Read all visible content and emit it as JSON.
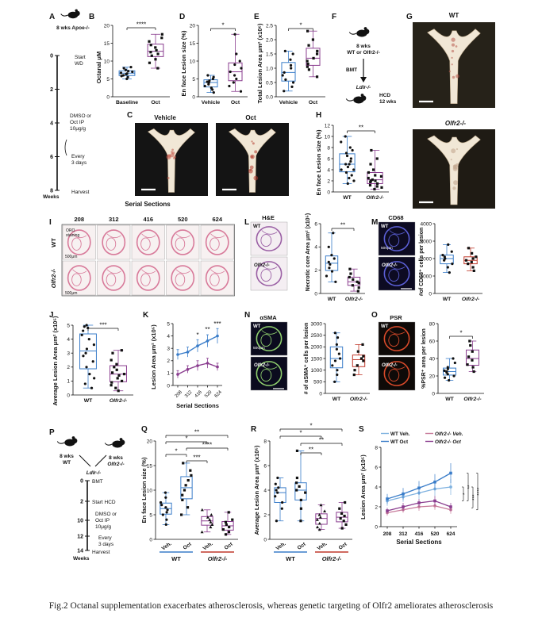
{
  "caption": "Fig.2 Octanal supplementation exacerbates atherosclerosis, whereas genetic targeting of Olfr2 ameliorates atherosclerosis",
  "colors": {
    "blue": "#3a7dc9",
    "purple": "#8a3d8f",
    "red": "#c0392b",
    "dark": "#111111",
    "tissue_pink": "#d87a9a"
  },
  "panels": {
    "A": {
      "letter": "A",
      "mouse_label": "8 wks Apoe-/-",
      "axis_label": "Weeks",
      "events": [
        "Start WD",
        "DMSO or Oct IP 10μg/g",
        "Every 3 days",
        "Harvest"
      ],
      "ticks": [
        "0",
        "2",
        "4",
        "6",
        "8"
      ]
    },
    "B": {
      "letter": "B",
      "ylabel": "Octanal μM",
      "sig": "****",
      "groups": [
        "Baseline",
        "Oct"
      ],
      "ticks": [
        "0",
        "5",
        "10",
        "15",
        "20"
      ]
    },
    "C": {
      "letter": "C",
      "labels": [
        "Vehicle",
        "Oct"
      ]
    },
    "D": {
      "letter": "D",
      "ylabel": "En face Lesion size (%)",
      "sig": "*",
      "groups": [
        "Vehicle",
        "Oct"
      ],
      "ticks": [
        "0",
        "5",
        "10",
        "15",
        "20"
      ]
    },
    "E": {
      "letter": "E",
      "ylabel": "Total Lesion Area μm² (x10⁶)",
      "sig": "*",
      "groups": [
        "Vehicle",
        "Oct"
      ],
      "ticks": [
        "0.0",
        "0.5",
        "1.0",
        "1.5",
        "2.0",
        "2.5"
      ]
    },
    "F": {
      "letter": "F",
      "top_label": "8 wks",
      "top_label2": "WT or Olfr2-/-",
      "step": "BMT",
      "recipient": "Ldlr-/-",
      "diet": "HCD",
      "duration": "12 wks"
    },
    "G": {
      "letter": "G",
      "labels": [
        "WT",
        "Olfr2-/-"
      ]
    },
    "H": {
      "letter": "H",
      "ylabel": "En face Lesion size (%)",
      "sig": "**",
      "groups": [
        "WT",
        "Olfr2-/-"
      ],
      "ticks": [
        "0",
        "2",
        "4",
        "6",
        "8",
        "10",
        "12"
      ]
    },
    "I": {
      "letter": "I",
      "title": "Serial Sections",
      "sections": [
        "208",
        "312",
        "416",
        "520",
        "624"
      ],
      "rows": [
        "WT",
        "Olfr2-/-"
      ],
      "stain": "ORO staining",
      "scale": "500μm"
    },
    "J": {
      "letter": "J",
      "ylabel": "Average Lesion Area μm² (x10⁵)",
      "sig": "***",
      "groups": [
        "WT",
        "Olfr2-/-"
      ],
      "ticks": [
        "0",
        "1",
        "2",
        "3",
        "4",
        "5"
      ]
    },
    "K": {
      "letter": "K",
      "ylabel": "Lesion Area μm² (x10⁵)",
      "xlabel": "Serial Sections",
      "sigs": [
        "*",
        "**",
        "***"
      ],
      "ticks": [
        "0",
        "1",
        "2",
        "3",
        "4",
        "5"
      ],
      "x": [
        "208",
        "312",
        "416",
        "520",
        "624"
      ]
    },
    "L": {
      "letter": "L",
      "title": "H&E",
      "rows": [
        "WT",
        "Olfr2-/-"
      ],
      "ylabel": "Necrotic core Area μm² (x10⁵)",
      "sig": "**",
      "groups": [
        "WT",
        "Olfr2-/-"
      ],
      "ticks": [
        "0",
        "2",
        "4",
        "6"
      ]
    },
    "M": {
      "letter": "M",
      "title": "CD68",
      "rows": [
        "WT",
        "Olfr2-/-"
      ],
      "scale": "500μm",
      "ylabel": "#of CD68⁺ cells per lesion",
      "groups": [
        "WT",
        "Olfr2-/-"
      ],
      "ticks": [
        "0",
        "1000",
        "2000",
        "3000",
        "4000"
      ]
    },
    "N": {
      "letter": "N",
      "title": "αSMA",
      "rows": [
        "WT",
        "Olfr2-/-"
      ],
      "scale": "500μm",
      "ylabel": "# of αSMA⁺ cells per lesion",
      "groups": [
        "WT",
        "Olfr2-/-"
      ],
      "ticks": [
        "0",
        "500",
        "1000",
        "1500",
        "2000",
        "2500",
        "3000"
      ]
    },
    "O": {
      "letter": "O",
      "title": "PSR",
      "rows": [
        "WT",
        "Olfr2-/-"
      ],
      "ylabel": "%PSR⁺ area per lesion",
      "sig": "*",
      "groups": [
        "WT",
        "Olfr2-/-"
      ],
      "ticks": [
        "0",
        "20",
        "40",
        "60",
        "80"
      ]
    },
    "P": {
      "letter": "P",
      "mouse1": "8 wks WT",
      "mouse2": "8 wks Olfr2-/-",
      "recipient": "Ldlr-/-",
      "axis_label": "Weeks",
      "events": [
        "BMT",
        "Start HCD",
        "DMSO or Oct IP 10μg/g",
        "Every 3 days",
        "Harvest"
      ],
      "ticks": [
        "0",
        "2",
        "10",
        "12",
        "14"
      ]
    },
    "Q": {
      "letter": "Q",
      "ylabel": "En face Lesion size (%)",
      "sigs": [
        "**",
        "*",
        "*",
        "****",
        "***"
      ],
      "groups": [
        "Veh.",
        "Oct",
        "Veh.",
        "Oct"
      ],
      "genotypes": [
        "WT",
        "Olfr2-/-"
      ],
      "ticks": [
        "0",
        "5",
        "10",
        "15",
        "20"
      ]
    },
    "R": {
      "letter": "R",
      "ylabel": "Average Lesion Area μm² (x10⁵)",
      "sigs": [
        "*",
        "*",
        "**",
        "**"
      ],
      "groups": [
        "Veh.",
        "Oct",
        "Veh.",
        "Oct"
      ],
      "genotypes": [
        "WT",
        "Olfr2-/-"
      ],
      "ticks": [
        "0",
        "2",
        "4",
        "6",
        "8"
      ]
    },
    "S": {
      "letter": "S",
      "ylabel": "Lesion Area μm² (x10⁵)",
      "xlabel": "Serial Sections",
      "legend": [
        "WT Veh.",
        "WT Oct",
        "Olfr2-/- Veh.",
        "Olfr2-/- Oct"
      ],
      "sigs": [
        "*",
        "**",
        "***",
        "****"
      ],
      "ticks": [
        "0",
        "2",
        "4",
        "6",
        "8"
      ],
      "x": [
        "208",
        "312",
        "416",
        "520",
        "624"
      ]
    }
  },
  "chart_data": [
    {
      "panel": "B",
      "type": "box",
      "groups": [
        "Baseline",
        "Oct"
      ],
      "ylim": [
        0,
        20
      ],
      "values": [
        [
          5.0,
          5.5,
          5.8,
          6.0,
          6.3,
          6.5,
          6.7,
          7.0,
          7.2,
          7.5,
          8.0,
          8.3
        ],
        [
          8.0,
          9.5,
          10.5,
          11.5,
          12.0,
          12.5,
          13.0,
          13.8,
          14.5,
          15.5,
          16.5,
          17.5
        ]
      ]
    },
    {
      "panel": "D",
      "type": "box",
      "groups": [
        "Vehicle",
        "Oct"
      ],
      "ylim": [
        0,
        20
      ],
      "values": [
        [
          1.2,
          2.0,
          2.5,
          3.0,
          3.5,
          4.0,
          4.2,
          4.5,
          5.0,
          5.5,
          6.0
        ],
        [
          1.5,
          3.0,
          4.0,
          5.0,
          6.0,
          7.0,
          8.0,
          9.0,
          10.0,
          12.0,
          17.5
        ]
      ]
    },
    {
      "panel": "E",
      "type": "box",
      "groups": [
        "Vehicle",
        "Oct"
      ],
      "ylim": [
        0,
        2.5
      ],
      "values": [
        [
          0.2,
          0.35,
          0.5,
          0.6,
          0.75,
          0.85,
          1.0,
          1.1,
          1.3,
          1.5,
          1.6
        ],
        [
          0.7,
          0.95,
          1.05,
          1.15,
          1.25,
          1.35,
          1.5,
          1.6,
          1.8,
          2.0,
          2.3
        ]
      ]
    },
    {
      "panel": "H",
      "type": "box",
      "groups": [
        "WT",
        "Olfr2-/-"
      ],
      "ylim": [
        0,
        12
      ],
      "values": [
        [
          1.5,
          2.0,
          2.5,
          3.0,
          3.5,
          4.0,
          4.0,
          4.5,
          5.0,
          5.0,
          5.5,
          6.0,
          6.5,
          7.0,
          7.5,
          8.0,
          9.0,
          10.0
        ],
        [
          0.5,
          0.8,
          1.0,
          1.2,
          1.5,
          1.8,
          2.0,
          2.0,
          2.2,
          2.5,
          2.8,
          3.0,
          3.5,
          4.0,
          5.0,
          6.0,
          7.5
        ]
      ]
    },
    {
      "panel": "J",
      "type": "box",
      "groups": [
        "WT",
        "Olfr2-/-"
      ],
      "ylim": [
        0,
        5
      ],
      "values": [
        [
          0.5,
          0.8,
          1.2,
          1.5,
          2.0,
          2.4,
          2.8,
          3.0,
          3.3,
          3.6,
          4.0,
          4.3,
          4.6,
          4.8,
          4.9,
          5.0
        ],
        [
          0.3,
          0.5,
          0.7,
          0.9,
          1.0,
          1.2,
          1.4,
          1.5,
          1.6,
          1.8,
          2.0,
          2.2,
          2.5,
          3.0,
          3.2
        ]
      ]
    },
    {
      "panel": "K",
      "type": "line",
      "x": [
        "208",
        "312",
        "416",
        "520",
        "624"
      ],
      "ylim": [
        0,
        5
      ],
      "series": [
        {
          "values": [
            2.5,
            2.7,
            3.2,
            3.6,
            4.0
          ],
          "errors": [
            0.4,
            0.4,
            0.5,
            0.5,
            0.6
          ]
        },
        {
          "values": [
            0.9,
            1.3,
            1.6,
            1.8,
            1.5
          ],
          "errors": [
            0.3,
            0.3,
            0.4,
            0.4,
            0.3
          ]
        }
      ]
    },
    {
      "panel": "L",
      "type": "box",
      "groups": [
        "WT",
        "Olfr2-/-"
      ],
      "ylim": [
        0,
        6
      ],
      "values": [
        [
          1.0,
          1.5,
          1.9,
          2.2,
          2.5,
          2.7,
          3.0,
          3.3,
          4.0,
          5.2
        ],
        [
          0.2,
          0.5,
          0.7,
          0.9,
          1.0,
          1.2,
          1.4,
          1.7,
          2.1
        ]
      ]
    },
    {
      "panel": "M",
      "type": "box",
      "groups": [
        "WT",
        "Olfr2-/-"
      ],
      "ylim": [
        0,
        4000
      ],
      "values": [
        [
          1200,
          1500,
          1700,
          1900,
          2000,
          2100,
          2200,
          2400,
          2800
        ],
        [
          1300,
          1500,
          1700,
          1800,
          1900,
          2000,
          2100,
          2300,
          2600
        ]
      ]
    },
    {
      "panel": "N",
      "type": "box",
      "groups": [
        "WT",
        "Olfr2-/-"
      ],
      "ylim": [
        0,
        3000
      ],
      "values": [
        [
          500,
          800,
          1000,
          1200,
          1400,
          1500,
          1700,
          1900,
          2100,
          2400,
          2600
        ],
        [
          800,
          1000,
          1200,
          1400,
          1500,
          1600,
          1800,
          2100
        ]
      ]
    },
    {
      "panel": "O",
      "type": "box",
      "groups": [
        "WT",
        "Olfr2-/-"
      ],
      "ylim": [
        0,
        80
      ],
      "values": [
        [
          15,
          18,
          20,
          22,
          24,
          25,
          26,
          28,
          30,
          35,
          40
        ],
        [
          25,
          30,
          33,
          38,
          42,
          48,
          55,
          60
        ]
      ]
    },
    {
      "panel": "Q",
      "type": "box",
      "groups": [
        "WT Veh.",
        "WT Oct",
        "Olfr2-/- Veh.",
        "Olfr2-/- Oct"
      ],
      "ylim": [
        0,
        20
      ],
      "values": [
        [
          3.0,
          4.0,
          5.0,
          5.5,
          6.0,
          6.5,
          7.0,
          7.5,
          8.5,
          9.5
        ],
        [
          5.0,
          6.5,
          8.0,
          9.0,
          10.0,
          11.0,
          12.0,
          13.0,
          14.0,
          15.5
        ],
        [
          1.5,
          2.5,
          3.0,
          3.5,
          4.0,
          4.5,
          5.0,
          6.0
        ],
        [
          1.0,
          1.5,
          2.0,
          2.5,
          3.0,
          3.5,
          4.0,
          5.5
        ]
      ]
    },
    {
      "panel": "R",
      "type": "box",
      "groups": [
        "WT Veh.",
        "WT Oct",
        "Olfr2-/- Veh.",
        "Olfr2-/- Oct"
      ],
      "ylim": [
        0,
        8
      ],
      "values": [
        [
          1.5,
          2.5,
          3.0,
          3.5,
          3.8,
          4.0,
          4.2,
          4.5,
          5.0
        ],
        [
          1.5,
          2.5,
          3.2,
          3.8,
          4.0,
          4.3,
          4.6,
          5.0,
          7.2
        ],
        [
          0.8,
          1.0,
          1.3,
          1.6,
          1.8,
          2.0,
          2.3,
          2.8
        ],
        [
          0.9,
          1.2,
          1.5,
          1.7,
          1.9,
          2.1,
          2.5,
          3.0
        ]
      ]
    },
    {
      "panel": "S",
      "type": "line",
      "x": [
        "208",
        "312",
        "416",
        "520",
        "624"
      ],
      "ylim": [
        0,
        8
      ],
      "series": [
        {
          "name": "WT Veh.",
          "values": [
            2.6,
            3.0,
            3.4,
            3.8,
            4.0
          ],
          "errors": [
            0.5,
            0.5,
            0.6,
            0.7,
            0.8
          ]
        },
        {
          "name": "WT Oct",
          "values": [
            2.8,
            3.3,
            3.9,
            4.5,
            5.4
          ],
          "errors": [
            0.5,
            0.6,
            0.7,
            0.8,
            1.0
          ]
        },
        {
          "name": "Olfr2-/- Veh.",
          "values": [
            1.4,
            1.7,
            2.0,
            2.1,
            1.7
          ],
          "errors": [
            0.3,
            0.3,
            0.4,
            0.4,
            0.4
          ]
        },
        {
          "name": "Olfr2-/- Oct",
          "values": [
            1.6,
            2.0,
            2.4,
            2.6,
            2.0
          ],
          "errors": [
            0.3,
            0.4,
            0.4,
            0.5,
            0.4
          ]
        }
      ]
    }
  ]
}
